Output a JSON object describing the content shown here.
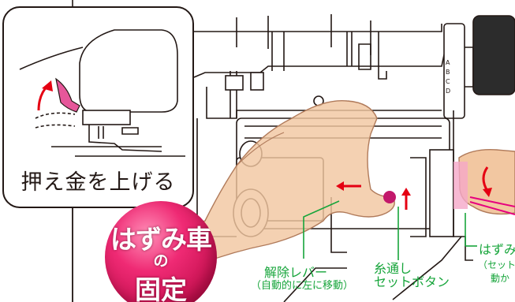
{
  "callout": {
    "caption": "押え金を上げる"
  },
  "badge": {
    "line1": "はずみ車",
    "line2": "の",
    "line3": "固定"
  },
  "labels": {
    "release_lever": "解除レバー",
    "release_lever_note": "（自動的に左に移動）",
    "threading_set_button_line1": "糸通し",
    "threading_set_button_line2": "セットボタン",
    "handwheel": "はずみ",
    "handwheel_note_line1": "（セット",
    "handwheel_note_line2": "動か"
  },
  "dial_marks": [
    "A",
    "B",
    "C",
    "D"
  ],
  "colors": {
    "accent_green": "#17a53b",
    "badge_pink": "#e6246b",
    "hand_skin": "#f2c7a1",
    "arrow_red": "#e50012",
    "line_dark": "#231815"
  }
}
